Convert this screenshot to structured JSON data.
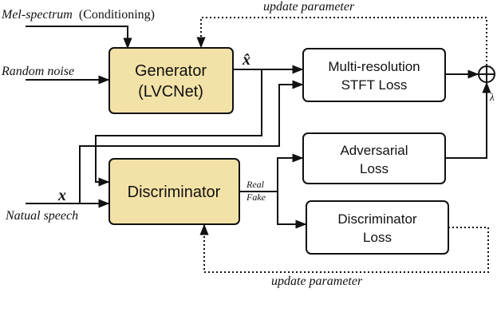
{
  "inputs": {
    "mel_spectrum": "Mel-spectrum",
    "conditioning": "(Conditioning)",
    "random_noise": "Random noise",
    "natural_speech": "Natual speech",
    "x_symbol": "x"
  },
  "blocks": {
    "generator": [
      "Generator",
      "(LVCNet)"
    ],
    "discriminator": "Discriminator",
    "stft_loss": [
      "Multi-resolution",
      "STFT Loss"
    ],
    "adversarial_loss": [
      "Adversarial",
      "Loss"
    ],
    "discriminator_loss": [
      "Discriminator",
      "Loss"
    ]
  },
  "labels": {
    "update_top": "update parameter",
    "update_bottom": "update parameter",
    "x_hat": "x̂",
    "real": "Real",
    "fake": "Fake",
    "lambda": "λ",
    "sum": "⊕"
  },
  "colors": {
    "block_fill": "#f3e2a7",
    "line": "#111111"
  }
}
